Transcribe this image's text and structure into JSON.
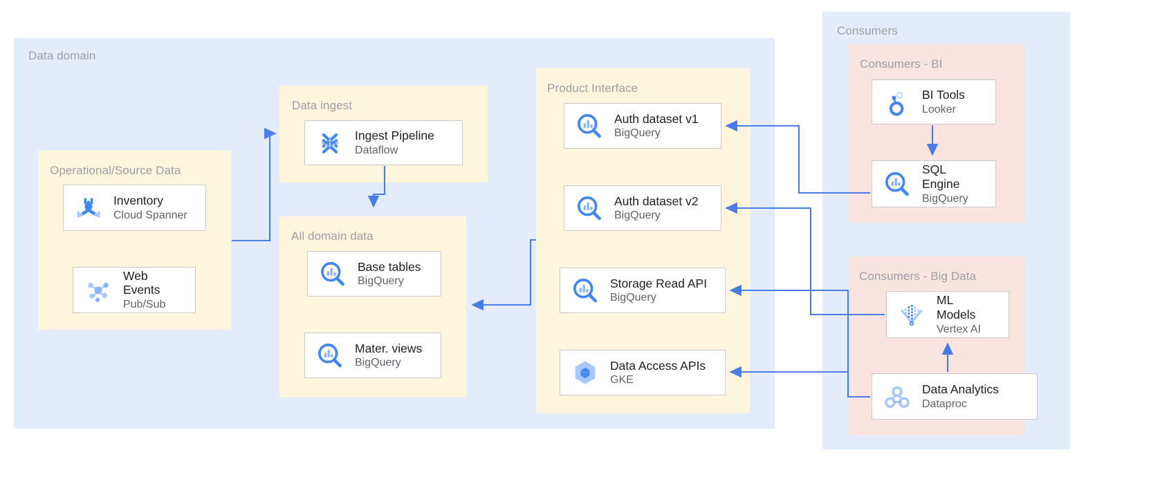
{
  "palette": {
    "domain_bg": "#e4edfb",
    "yellow_bg": "#fdf5dc",
    "pink_bg": "#f9e4e0",
    "consumers_bg": "#e4edfb",
    "arrow": "#4a7ce8",
    "node_border": "#c9c9c9",
    "group_title": "#9aa0a6",
    "node_title": "#202124",
    "node_sub": "#5f6368",
    "icon_blue": "#4285f4",
    "icon_light": "#a8c7fa"
  },
  "groups": {
    "data_domain": {
      "label": "Data domain"
    },
    "operational_source": {
      "label": "Operational/Source Data"
    },
    "data_ingest": {
      "label": "Data ingest"
    },
    "all_domain_data": {
      "label": "All domain data"
    },
    "product_interface": {
      "label": "Product Interface"
    },
    "consumers": {
      "label": "Consumers"
    },
    "consumers_bi": {
      "label": "Consumers - BI"
    },
    "consumers_big_data": {
      "label": "Consumers - Big Data"
    }
  },
  "nodes": {
    "inventory": {
      "title": "Inventory",
      "sub": "Cloud Spanner",
      "icon": "cloud-spanner-icon"
    },
    "web_events": {
      "title": "Web\nEvents",
      "sub": "Pub/Sub",
      "icon": "pubsub-icon"
    },
    "ingest_pipeline": {
      "title": "Ingest Pipeline",
      "sub": "Dataflow",
      "icon": "dataflow-icon"
    },
    "base_tables": {
      "title": "Base tables",
      "sub": "BigQuery",
      "icon": "bigquery-icon"
    },
    "mater_views": {
      "title": "Mater. views",
      "sub": "BigQuery",
      "icon": "bigquery-icon"
    },
    "auth_dataset_v1": {
      "title": "Auth dataset v1",
      "sub": "BigQuery",
      "icon": "bigquery-icon"
    },
    "auth_dataset_v2": {
      "title": "Auth dataset v2",
      "sub": "BigQuery",
      "icon": "bigquery-icon"
    },
    "storage_read_api": {
      "title": "Storage Read API",
      "sub": "BigQuery",
      "icon": "bigquery-icon"
    },
    "data_access_apis": {
      "title": "Data Access APIs",
      "sub": "GKE",
      "icon": "gke-icon"
    },
    "bi_tools": {
      "title": "BI Tools",
      "sub": "Looker",
      "icon": "looker-icon"
    },
    "sql_engine": {
      "title": "SQL\nEngine",
      "sub": "BigQuery",
      "icon": "bigquery-icon"
    },
    "ml_models": {
      "title": "ML\nModels",
      "sub": "Vertex AI",
      "icon": "vertex-ai-icon"
    },
    "data_analytics": {
      "title": "Data Analytics",
      "sub": "Dataproc",
      "icon": "dataproc-icon"
    }
  }
}
